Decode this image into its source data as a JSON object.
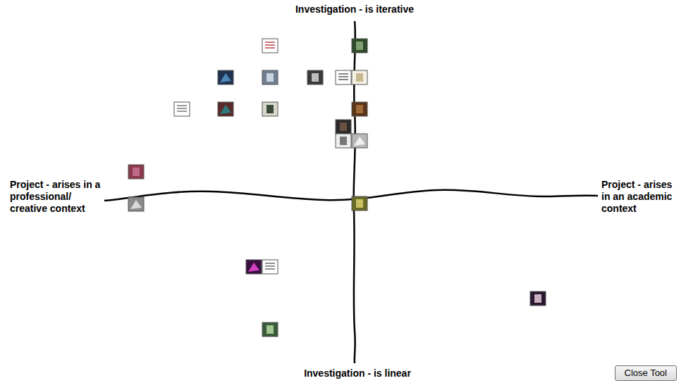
{
  "diagram": {
    "nodes": [
      {
        "text": [
          "Close Tool"
        ]
      }
    ],
    "labels": [
      "Investigation - is iterative",
      "Project - arises in a professional/ creative context",
      "Project - arises in an academic context",
      "Investigation - is linear"
    ]
  }
}
